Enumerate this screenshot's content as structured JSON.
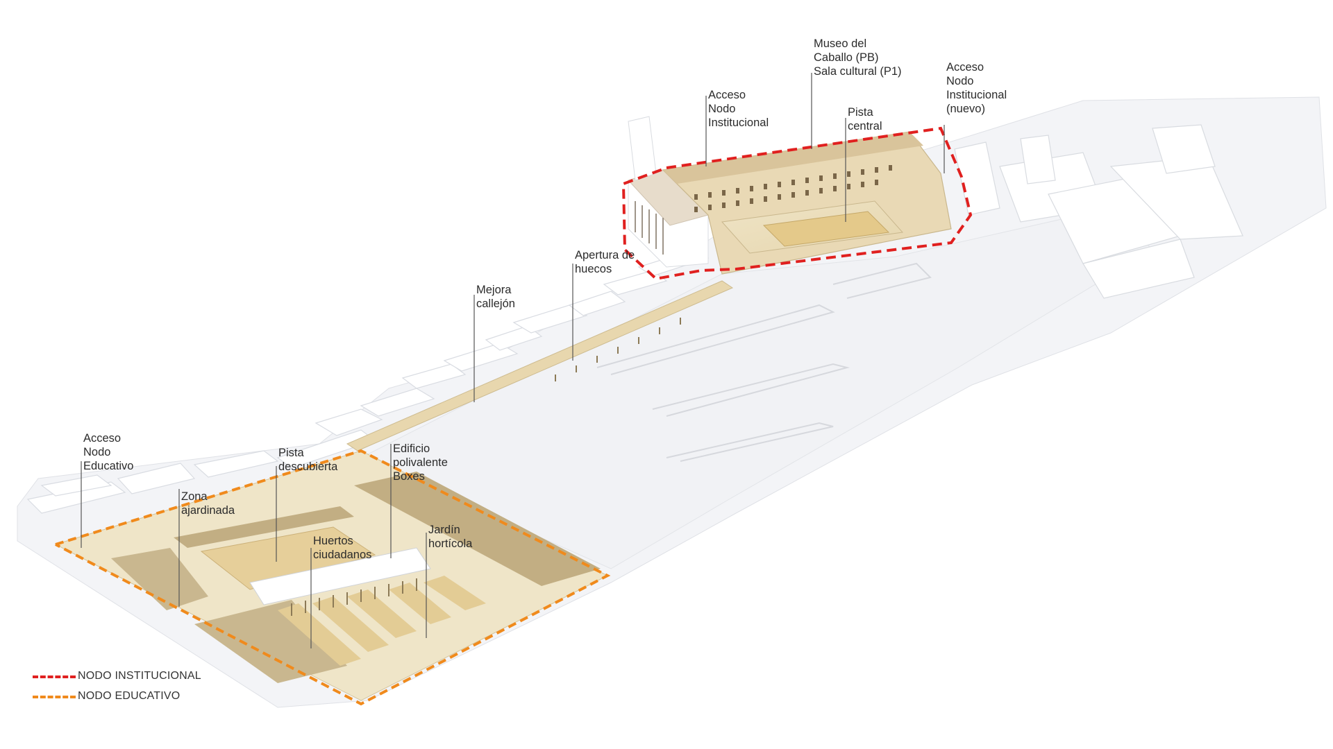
{
  "labels": {
    "museo": "Museo del\nCaballo (PB)\nSala cultural (P1)",
    "acceso_nodo_inst": "Acceso\nNodo\nInstitucional",
    "acceso_nodo_inst_nuevo": "Acceso\nNodo\nInstitucional\n(nuevo)",
    "pista_central": "Pista\ncentral",
    "apertura_huecos": "Apertura de\nhuecos",
    "mejora_callejon": "Mejora\ncallejón",
    "acceso_nodo_edu": "Acceso\nNodo\nEducativo",
    "pista_descubierta": "Pista\ndescubierta",
    "edificio_polivalente": "Edificio\npolivalente\nBoxes",
    "zona_ajardinada": "Zona\najardinada",
    "huertos_ciudadanos": "Huertos\nciudadanos",
    "jardin_horticola": "Jardín\nhortícola"
  },
  "legend": {
    "institucional": "NODO INSTITUCIONAL",
    "educativo": "NODO EDUCATIVO"
  },
  "colors": {
    "institucional": "#e0201f",
    "educativo": "#f08a1c",
    "ground": "#f3f4f7",
    "block": "#ffffff",
    "building_warm": "#e9d9b5",
    "earth_light": "#eadcb6",
    "earth_dark": "#c7b58d",
    "leader": "#555555"
  }
}
